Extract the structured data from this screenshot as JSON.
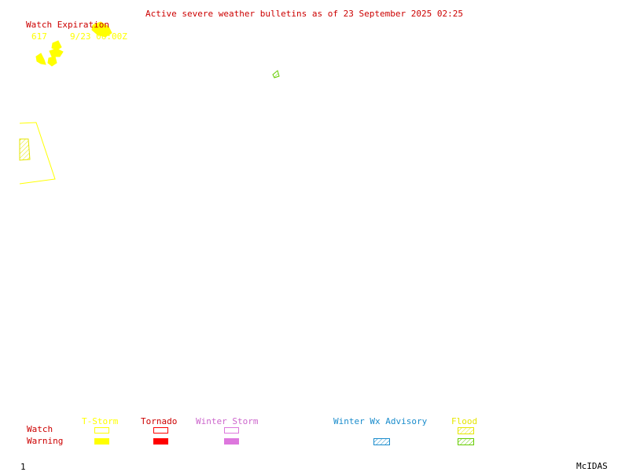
{
  "header": {
    "title": "Active severe weather bulletins as of 23 September 2025 02:25"
  },
  "watch_expiration": {
    "heading": "Watch Expiration",
    "entries": [
      {
        "watch_number": "617",
        "expires": "9/23 06:00Z"
      }
    ]
  },
  "legend": {
    "row_labels": {
      "watch": "Watch",
      "warning": "Warning"
    },
    "categories": [
      {
        "label": "T-Storm",
        "color": "#ffff00",
        "watch_style": "outline",
        "warning_style": "filled"
      },
      {
        "label": "Tornado",
        "color": "#ff0000",
        "watch_style": "outline",
        "warning_style": "filled"
      },
      {
        "label": "Winter Storm",
        "color": "#dd77dd",
        "watch_style": "outline",
        "warning_style": "filled"
      },
      {
        "label": "Winter Wx Advisory",
        "color": "#1a8ccc",
        "warning_style": "hatched"
      },
      {
        "label": "Flood",
        "color": "#e6e600",
        "watch_style": "hatched",
        "warning_style": "hatched",
        "warning_color": "#66cc00"
      }
    ]
  },
  "footer": {
    "frame_number": "1",
    "software": "McIDAS"
  },
  "colors": {
    "background": "#ffffff",
    "title_text": "#cc0000",
    "watch_box": "#ffff00",
    "flood_warning": "#66cc00"
  }
}
